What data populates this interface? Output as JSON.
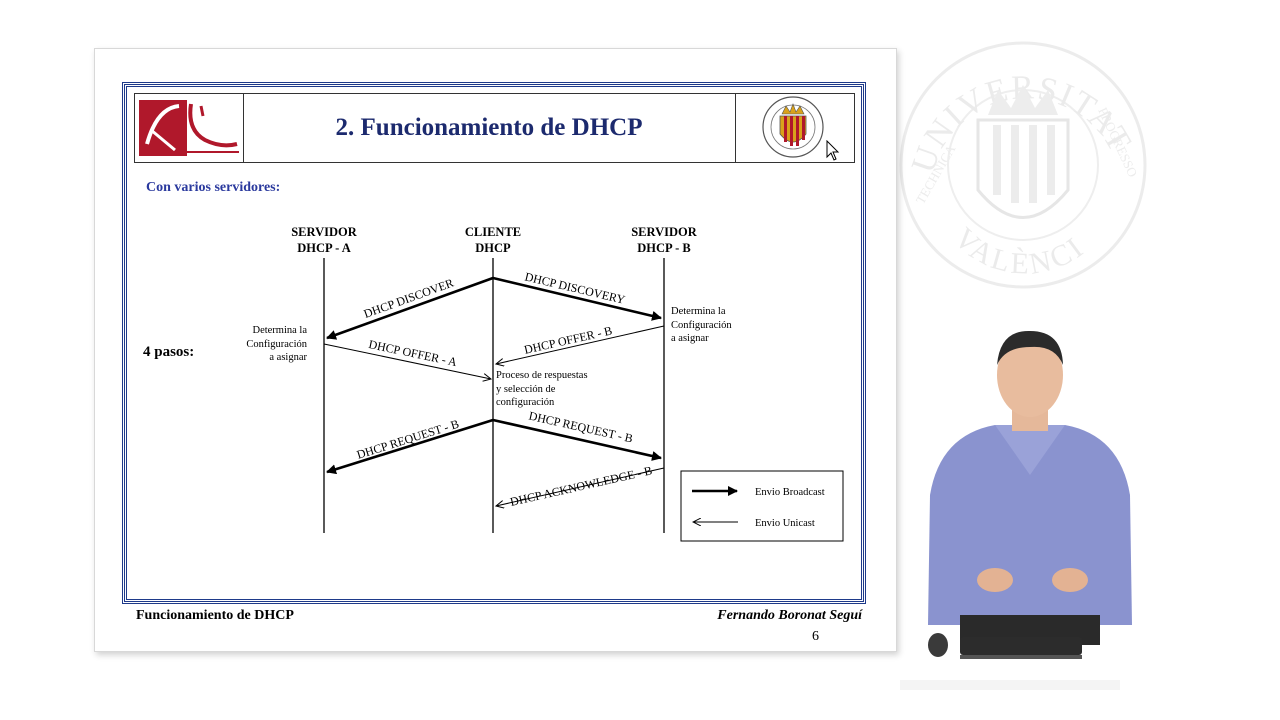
{
  "slide": {
    "title": "2. Funcionamiento de DHCP",
    "subtitle": "Con varios servidores:",
    "steps_label": "4 pasos:",
    "footer_left": "Funcionamiento de DHCP",
    "footer_right": "Fernando Boronat Seguí",
    "page_number": "6"
  },
  "diagram": {
    "lanes": {
      "server_a": [
        "SERVIDOR",
        "DHCP  -  A"
      ],
      "client": [
        "CLIENTE",
        "DHCP"
      ],
      "server_b": [
        "SERVIDOR",
        "DHCP  -  B"
      ]
    },
    "messages": {
      "discover": "DHCP DISCOVER",
      "discovery": "DHCP DISCOVERY",
      "offer_b": "DHCP OFFER - B",
      "offer_a": "DHCP OFFER - A",
      "request_b_left": "DHCP REQUEST - B",
      "request_b_right": "DHCP REQUEST - B",
      "ack_b": "DHCP ACKNOWLEDGE - B"
    },
    "notes": {
      "server_a": [
        "Determina la",
        "Configuración",
        "a asignar"
      ],
      "server_b": [
        "Determina la",
        "Configuración",
        "a asignar"
      ],
      "client": [
        "Proceso de respuestas",
        "y selección de",
        "configuración"
      ]
    },
    "legend": {
      "broadcast": "Envio Broadcast",
      "unicast": "Envio Unicast"
    }
  },
  "watermark": {
    "top_text": "UNIVERSITAT POLITÈCNICA",
    "left_text": "TECHNICA",
    "right_text": "PROGRESSO",
    "bottom_text": "VALÈNCIA"
  },
  "colors": {
    "title": "#1c2a6e",
    "frame": "#1e3a8a",
    "subtitle": "#2b3a9e",
    "logo_red": "#b0182b"
  }
}
